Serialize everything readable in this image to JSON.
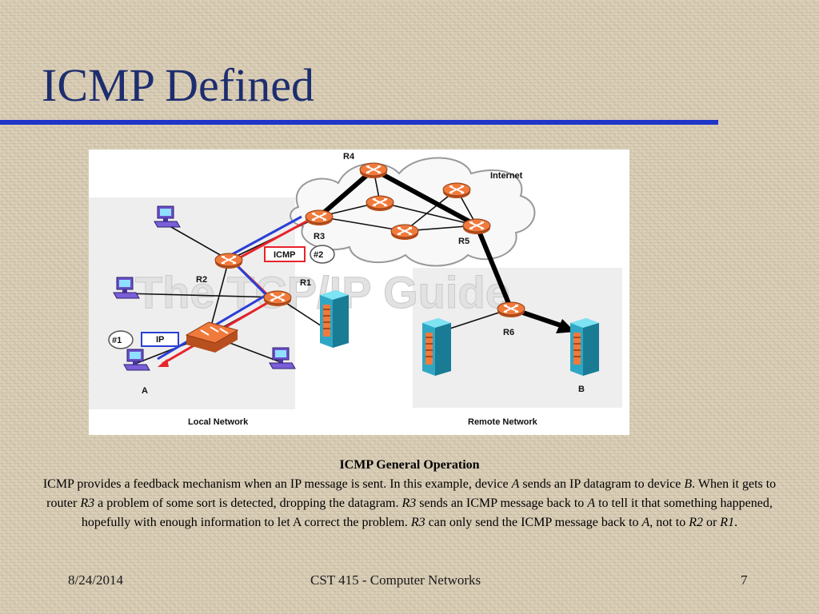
{
  "slide": {
    "title": "ICMP Defined",
    "colors": {
      "title": "#1d2e6e",
      "rule": "#1f35c8",
      "router": "#f07a3c",
      "icmp_path": "#e8232a",
      "ip_path": "#2a3fd6"
    }
  },
  "diagram": {
    "cloud_label": "Internet",
    "local_network_label": "Local Network",
    "remote_network_label": "Remote Network",
    "routers": {
      "r1": "R1",
      "r2": "R2",
      "r3": "R3",
      "r4": "R4",
      "r5": "R5",
      "r6": "R6"
    },
    "hosts": {
      "a": "A",
      "b": "B"
    },
    "callouts": {
      "step1": "#1",
      "ip_packet": "IP",
      "step2": "#2",
      "icmp_packet": "ICMP"
    },
    "watermark": "The TCP/IP Guide",
    "icons": [
      "router-icon",
      "switch-icon",
      "workstation-icon",
      "server-icon",
      "cloud-icon"
    ]
  },
  "caption": {
    "heading": "ICMP General Operation",
    "p1": "ICMP provides a feedback mechanism when an IP message is sent. In this example, device ",
    "i1": "A",
    "p2": " sends an IP datagram to device ",
    "i2": "B",
    "p3": ". When it gets to router ",
    "i3": "R3",
    "p4": " a problem of some sort is detected, dropping the datagram. ",
    "i4": "R3",
    "p5": " sends an ICMP message back to ",
    "i5": "A",
    "p6": " to tell it that something happened, hopefully with enough information to let A correct the problem. ",
    "i6": "R3",
    "p7": " can only send the ICMP message back to ",
    "i7": "A",
    "p8": ", not to ",
    "i8": "R2",
    "p9": " or ",
    "i9": "R1",
    "p10": "."
  },
  "footer": {
    "date": "8/24/2014",
    "course": "CST 415 - Computer Networks",
    "page": "7"
  }
}
